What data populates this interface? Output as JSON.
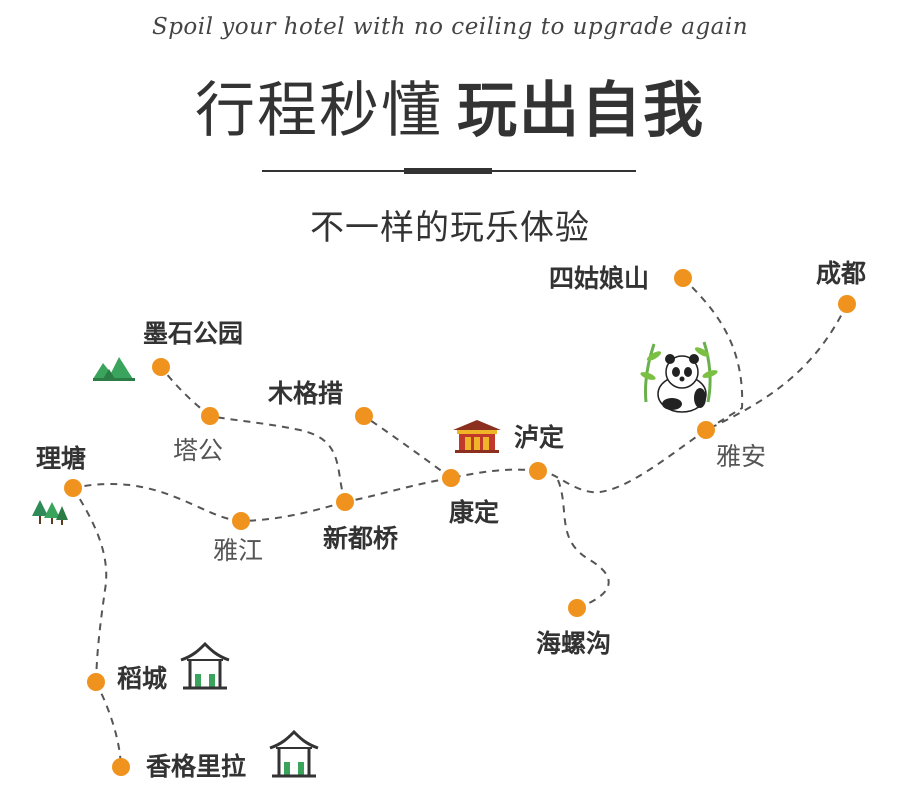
{
  "header": {
    "tagline": "Spoil your hotel with no ceiling to upgrade again",
    "title_light": "行程秒懂",
    "title_bold": "玩出自我",
    "subtitle": "不一样的玩乐体验"
  },
  "map": {
    "route_color": "#555555",
    "stop_color": "#f0931e",
    "places": [
      {
        "id": "chengdu",
        "name": "成都"
      },
      {
        "id": "siguniang",
        "name": "四姑娘山"
      },
      {
        "id": "yaan",
        "name": "雅安"
      },
      {
        "id": "luding",
        "name": "泸定"
      },
      {
        "id": "kangding",
        "name": "康定"
      },
      {
        "id": "hailuogou",
        "name": "海螺沟"
      },
      {
        "id": "mugecuo",
        "name": "木格措"
      },
      {
        "id": "xindouqiao",
        "name": "新都桥"
      },
      {
        "id": "tagong",
        "name": "塔公"
      },
      {
        "id": "moshi",
        "name": "墨石公园"
      },
      {
        "id": "yajiang",
        "name": "雅江"
      },
      {
        "id": "litang",
        "name": "理塘"
      },
      {
        "id": "daocheng",
        "name": "稻城"
      },
      {
        "id": "shangrila",
        "name": "香格里拉"
      }
    ],
    "icons": [
      "mountain-icon",
      "forest-icon",
      "temple-icon",
      "panda-icon",
      "pavilion-icon"
    ]
  }
}
